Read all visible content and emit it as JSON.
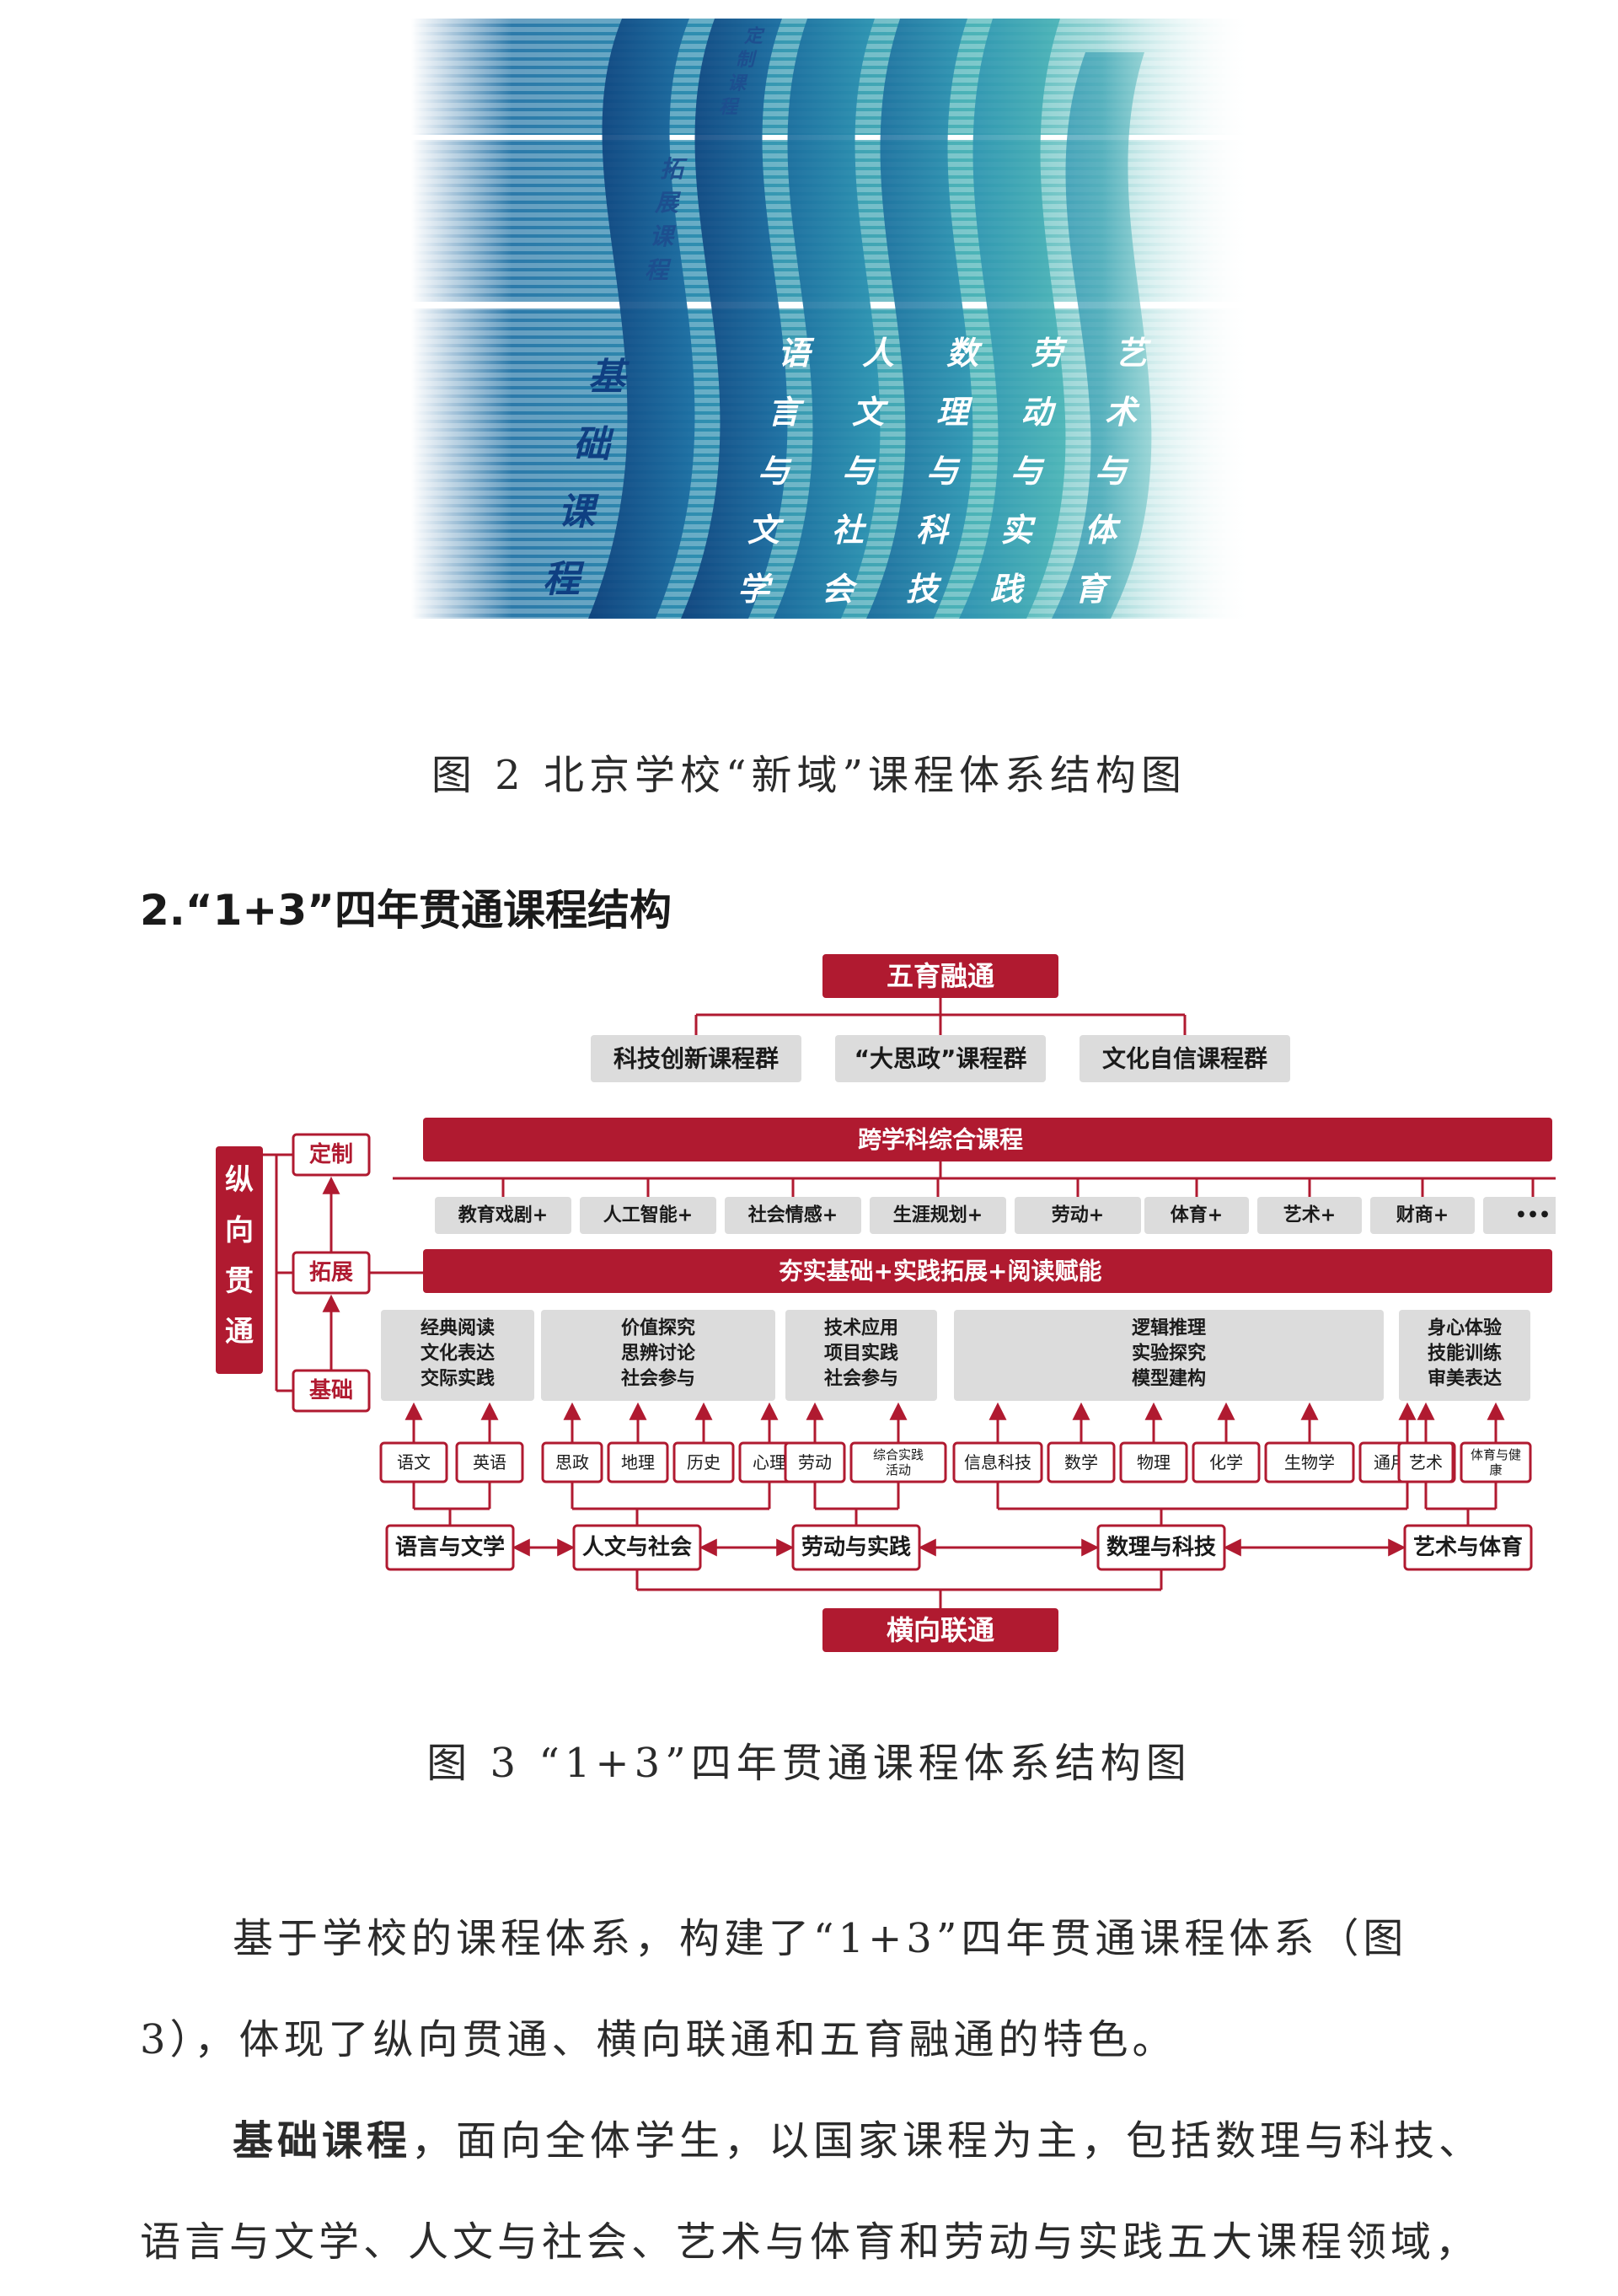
{
  "figure2": {
    "labels": {
      "custom": [
        "定",
        "制",
        "课",
        "程"
      ],
      "extended": [
        "拓",
        "展",
        "课",
        "程"
      ],
      "basic": [
        "基",
        "础",
        "课",
        "程"
      ]
    },
    "domains": [
      [
        "语",
        "言",
        "与",
        "文",
        "学"
      ],
      [
        "人",
        "文",
        "与",
        "社",
        "会"
      ],
      [
        "数",
        "理",
        "与",
        "科",
        "技"
      ],
      [
        "劳",
        "动",
        "与",
        "实",
        "践"
      ],
      [
        "艺",
        "术",
        "与",
        "体",
        "育"
      ]
    ],
    "caption": "图 2 北京学校“新域”课程体系结构图"
  },
  "heading": "2.“1+3”四年贯通课程结构",
  "figure3": {
    "top": "五育融通",
    "groups": [
      "科技创新课程群",
      "“大思政”课程群",
      "文化自信课程群"
    ],
    "vertical": [
      "纵",
      "向",
      "贯",
      "通"
    ],
    "levels": {
      "custom": "定制",
      "extended": "拓展",
      "basic": "基础"
    },
    "cross": "跨学科综合课程",
    "plus_courses": [
      "教育戏剧+",
      "人工智能+",
      "社会情感+",
      "生涯规划+",
      "劳动+",
      "体育+",
      "艺术+",
      "财商+",
      "•••"
    ],
    "foundation_bar": "夯实基础+实践拓展+阅读赋能",
    "skill_boxes": [
      [
        "经典阅读",
        "文化表达",
        "交际实践"
      ],
      [
        "价值探究",
        "思辨讨论",
        "社会参与"
      ],
      [
        "技术应用",
        "项目实践",
        "社会参与"
      ],
      [
        "逻辑推理",
        "实验探究",
        "模型建构"
      ],
      [
        "身心体验",
        "技能训练",
        "审美表达"
      ]
    ],
    "subjects": [
      [
        "语文",
        "英语"
      ],
      [
        "思政",
        "地理",
        "历史",
        "心理"
      ],
      [
        "劳动",
        "综合实践活动"
      ],
      [
        "信息科技",
        "数学",
        "物理",
        "化学",
        "生物学",
        "通用技术"
      ],
      [
        "艺术",
        "体育与健康"
      ]
    ],
    "domains": [
      "语言与文学",
      "人文与社会",
      "劳动与实践",
      "数理与科技",
      "艺术与体育"
    ],
    "bottom": "横向联通",
    "colors": {
      "red": "#b01a30",
      "gray": "#dcdcdc"
    }
  },
  "figure3_caption": "图 3 “1+3”四年贯通课程体系结构图",
  "paragraph1": "基于学校的课程体系，构建了“1+3”四年贯通课程体系（图 3），体现了纵向贯通、横向联通和五育融通的特色。",
  "paragraph2": {
    "lead": "基础课程",
    "text": "，面向全体学生，以国家课程为主，包括数理与科技、语言与文学、人文与社会、艺术与体育和劳动与实践五大课程领域，"
  }
}
